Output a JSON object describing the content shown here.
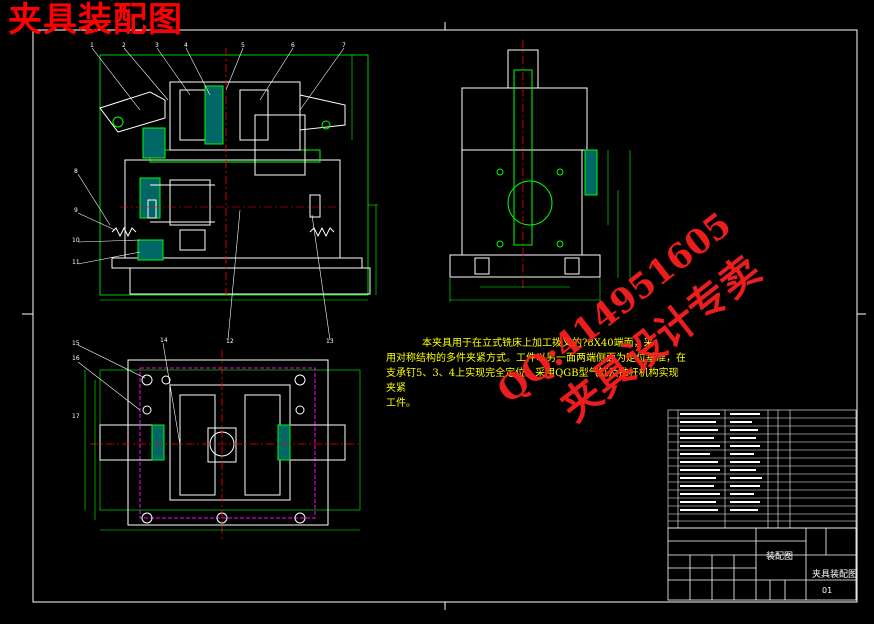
{
  "title": "夹具装配图",
  "note": {
    "line1": "本夹具用于在立式铣床上加工拨叉的?8X40端面，采",
    "line2": "用对称结构的多件夹紧方式。工件以另一面两端侧面为定位基准，在",
    "line3": "支承钉5、3、4上实现完全定位。采用QGB型气缸及推杆机构实现夹紧",
    "line4": "工件。"
  },
  "watermark": {
    "contact": "QQ:414951605",
    "brand": "夹具设计专卖"
  },
  "title_block": {
    "drawing_name": "装配图",
    "part_name": "夹具装配图",
    "sheet": "01"
  },
  "balloons": [
    "1",
    "2",
    "3",
    "4",
    "5",
    "6",
    "7",
    "8",
    "9",
    "10",
    "11",
    "12",
    "13",
    "14",
    "15",
    "16",
    "17"
  ],
  "colors": {
    "background": "#000000",
    "outline": "#ffffff",
    "part_lines": "#00ff00",
    "dimension": "#00ff00",
    "centerline": "#ff0000",
    "hidden": "#ff00ff",
    "title": "#ff0000",
    "note_text": "#ffff00"
  }
}
